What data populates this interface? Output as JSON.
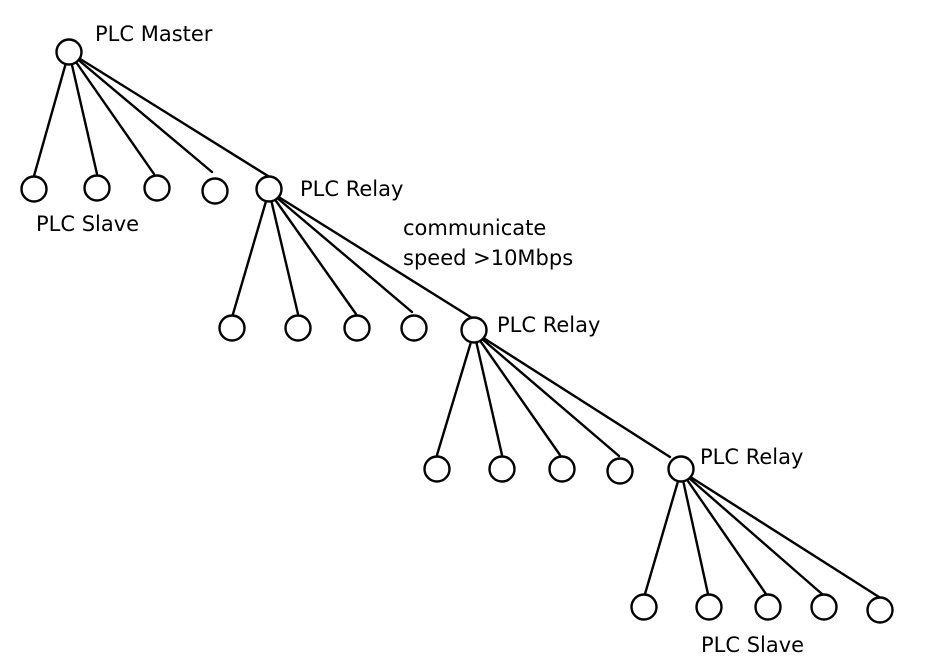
{
  "labels": {
    "master": "PLC Master",
    "relay_1": "PLC Relay",
    "relay_2": "PLC Relay",
    "relay_3": "PLC Relay",
    "slave_top": "PLC Slave",
    "slave_bottom": "PLC Slave",
    "speed_line1": "communicate",
    "speed_line2": "speed >10Mbps"
  },
  "colors": {
    "stroke": "#000000",
    "background": "#ffffff"
  }
}
